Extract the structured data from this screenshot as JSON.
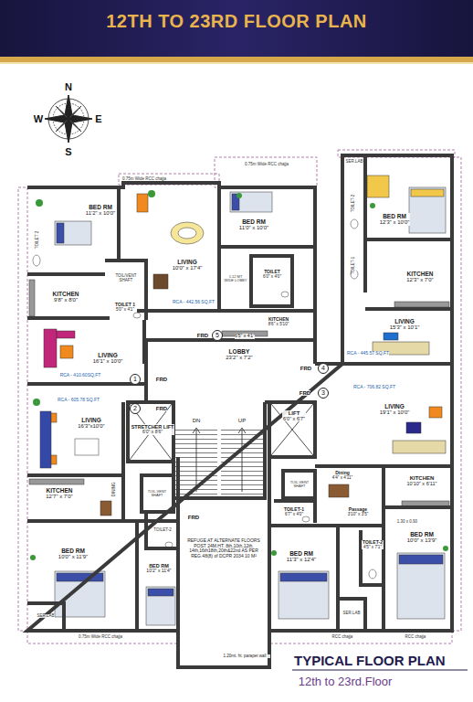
{
  "diagram": {
    "title": "12TH TO 23RD FLOOR PLAN",
    "caption": "TYPICAL FLOOR PLAN",
    "nodes": [
      {
        "text": [
          "BED RM",
          "11'2\" x 10'0\""
        ]
      },
      {
        "text": [
          "KITCHEN",
          "9'8\" x 8'0\""
        ]
      },
      {
        "text": [
          "LIVING",
          "16'1\" x 10'0\""
        ]
      },
      {
        "text": [
          "LIVING",
          "10'0\" x 17'4\""
        ]
      },
      {
        "text": [
          "BED RM",
          "11'0\" x 10'0\""
        ]
      },
      {
        "text": [
          "TOILET",
          "6'0\" x 4'0\""
        ]
      },
      {
        "text": [
          "KITCHEN",
          "8'6\" x 5'10\""
        ]
      },
      {
        "text": [
          "BED RM",
          "12'3\" x 10'0\""
        ]
      },
      {
        "text": [
          "KITCHEN",
          "12'3\" x 7'0\""
        ]
      },
      {
        "text": [
          "LIVING",
          "15'3\" x 10'1\""
        ]
      },
      {
        "text": [
          "LOBBY",
          "23'2\" x 7'2\""
        ]
      },
      {
        "text": [
          "LIVING",
          "16'3\"x10'0\""
        ]
      },
      {
        "text": [
          "STRETCHER LIFT",
          "6'0\" x 8'6\""
        ]
      },
      {
        "text": [
          "LIFT",
          "6'0\" x 6'7\""
        ]
      },
      {
        "text": [
          "LIVING",
          "19'1\" x 10'0\""
        ]
      },
      {
        "text": [
          "KITCHEN",
          "12'7\" x 7'0\""
        ]
      },
      {
        "text": [
          "KITCHEN",
          "10'10\" x 6'11\""
        ]
      },
      {
        "text": [
          "Dining",
          "4'4\" x 4'11\""
        ]
      },
      {
        "text": [
          "TOILET-1",
          "6'7\" x 4'0\""
        ]
      },
      {
        "text": [
          "Passage",
          "3'10\" x 3'5\""
        ]
      },
      {
        "text": [
          "BED RM",
          "10'0\" x 11'9\""
        ]
      },
      {
        "text": [
          "BED RM",
          "10'2\" x 11'4\""
        ]
      },
      {
        "text": [
          "BED RM",
          "11'3\" x 12'4\""
        ]
      },
      {
        "text": [
          "BED RM",
          "10'0\" x 13'9\""
        ]
      },
      {
        "text": [
          "TOILET 1",
          "5'0\" x 4'1\""
        ]
      },
      {
        "text": [
          "TOILET-2",
          "4'5\" x 7'1\""
        ]
      },
      {
        "text": [
          "1"
        ]
      },
      {
        "text": [
          "2"
        ]
      },
      {
        "text": [
          "3"
        ]
      },
      {
        "text": [
          "4"
        ]
      },
      {
        "text": [
          "5"
        ]
      }
    ],
    "labels": [
      "N",
      "E",
      "W",
      "S",
      "0.75m Wide RCC chajja",
      "0.75m Wide RCC chajja",
      "0.75m Wide RCC chajja",
      "SER.LAB",
      "TOILET 2",
      "TOIL/VENT SHAFT",
      "1.12 MT WIDE LOBBY",
      "RCA - 442.56 SQ.FT",
      "FRD",
      "6'5\" x 4'1\"",
      "TOILET-2",
      "TOILET-1",
      "RCA - 445.57 SQ.FT",
      "FRD",
      "RCA - 410.60SQ.FT",
      "FRD",
      "RCA - 605.78 SQ.FT",
      "FRD",
      "FRD",
      "RCA - 706.82 SQ.FT",
      "DN",
      "UP",
      "FRD",
      "DINING",
      "TOIL.VENT SHAFT",
      "TOILET-2",
      "REFUGE AT ALTERNATE FLOORS POST 24M.HT. 8th,10th,12th, 14th,16th18th,20th&22nd AS PER REG.48(8) of DCPR 2034 10 M²",
      "1.20mt. ht. parapet wall",
      "TOIL.VENT SHAFT",
      "1.30 x 0.90",
      "SER.LAB",
      "SER.LAB",
      "RCC chajja",
      "RCC chajja",
      "12th to 23rd.Floor"
    ]
  }
}
